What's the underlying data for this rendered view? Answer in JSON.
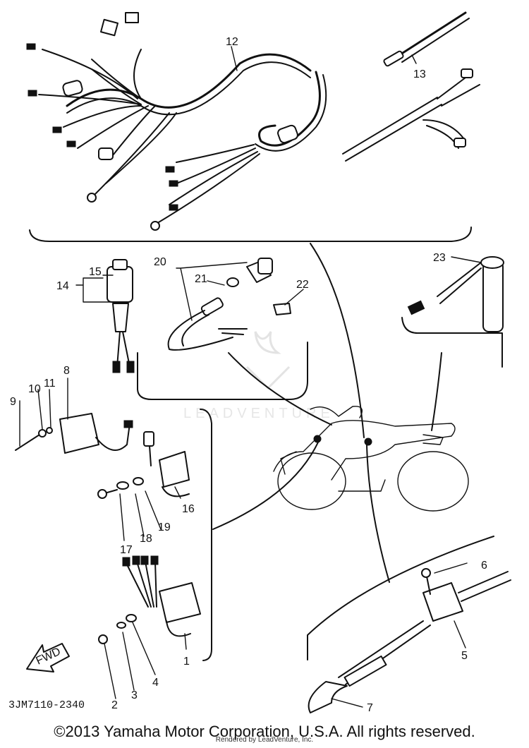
{
  "diagram": {
    "callouts": {
      "c1": "1",
      "c2": "2",
      "c3": "3",
      "c4": "4",
      "c5": "5",
      "c6": "6",
      "c7": "7",
      "c8": "8",
      "c9": "9",
      "c10": "10",
      "c11": "11",
      "c12": "12",
      "c13": "13",
      "c14": "14",
      "c15": "15",
      "c16": "16",
      "c17": "17",
      "c18": "18",
      "c19": "19",
      "c20": "20",
      "c21": "21",
      "c22": "22",
      "c23": "23"
    },
    "direction_label": "FWD",
    "drawing_code": "3JM7110-2340",
    "watermark": "LEADVENTURE"
  },
  "footer": {
    "copyright": "©2013 Yamaha Motor Corporation, U.S.A. All rights reserved.",
    "rendered_by": "Rendered by LeadVenture, Inc."
  }
}
